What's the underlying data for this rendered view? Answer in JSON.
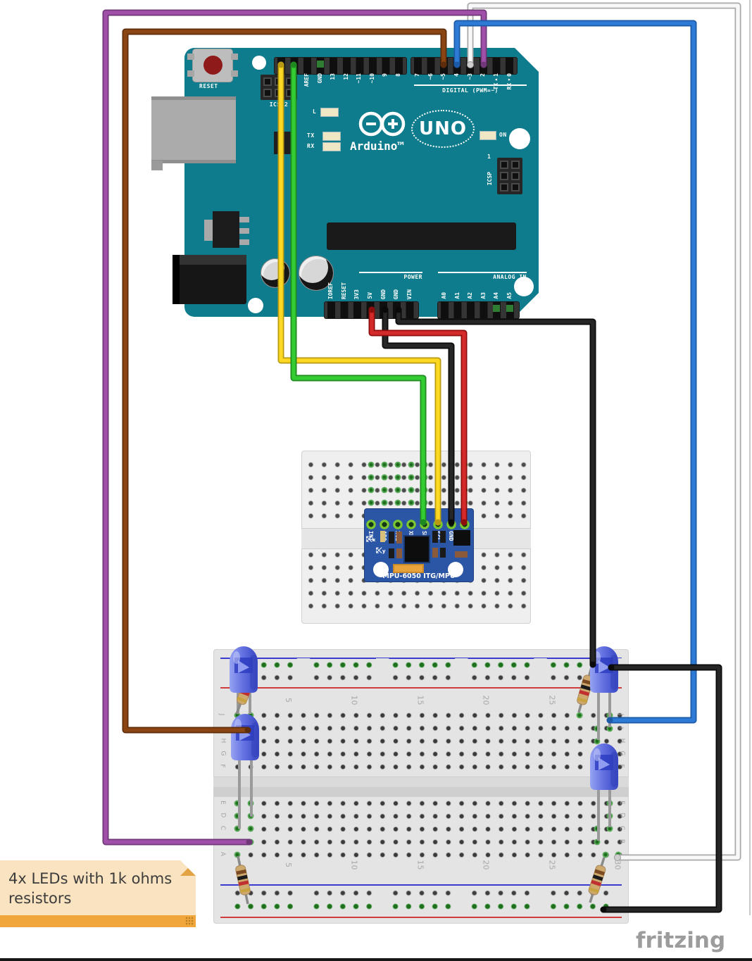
{
  "colors": {
    "arduino_board": "#0E7C8D",
    "breadboard": "#E4E4E4",
    "mini_breadboard": "#EFEFEF",
    "mpu_board": "#2B56A5",
    "led": "#5A68DE",
    "resistor_body": "#CDA96E",
    "rail_negative_line": "#3B3BD0",
    "rail_positive_line": "#D03B3B",
    "hole_highlight_green": "#3F9E3F",
    "note_bg": "#FAE3C0",
    "note_bar": "#F0A63A"
  },
  "arduino": {
    "reset_label": "RESET",
    "icsp2_label": "ICSP2",
    "icsp_label": "ICSP",
    "icsp_pin1_label": "1",
    "digital_label": "DIGITAL (PWM=~)",
    "logo_brand": "Arduino™",
    "logo_model": "UNO",
    "led_l": "L",
    "led_tx": "TX",
    "led_rx": "RX",
    "led_on": "ON",
    "top_pins_left": [
      "",
      "",
      "AREF",
      "GND",
      "13",
      "12",
      "~11",
      "~10",
      "9",
      "8"
    ],
    "top_pins_right": [
      "7",
      "~6",
      "~5",
      "4",
      "~3",
      "2",
      "TX▸1",
      "RX◂0"
    ],
    "power_label": "POWER",
    "power_pins": [
      "IOREF",
      "RESET",
      "3V3",
      "5V",
      "GND",
      "GND",
      "VIN"
    ],
    "analog_label": "ANALOG IN",
    "analog_pins": [
      "A0",
      "A1",
      "A2",
      "A3",
      "A4",
      "A5"
    ]
  },
  "mpu": {
    "pins": [
      "INT",
      "AD0",
      "XCL",
      "XDA",
      "SDA",
      "SCL",
      "GND",
      "VCC"
    ],
    "title": "MPU-6050 ITG/MPU",
    "axis_x": "x",
    "axis_y": "y"
  },
  "breadboard": {
    "column_numbers": [
      "5",
      "10",
      "15",
      "20",
      "25",
      "30"
    ],
    "row_letters": [
      "J",
      "I",
      "H",
      "G",
      "F",
      "E",
      "D",
      "C",
      "B",
      "A"
    ]
  },
  "note": {
    "line1": "4x LEDs with 1k ohms",
    "line2": "resistors"
  },
  "watermark": "fritzing",
  "components": {
    "microcontroller": "Arduino UNO",
    "sensor": "MPU-6050 ITG/MPU breakout",
    "leds": "4x blue LED",
    "resistors": "4x 1k ohm (brown-black-red-gold)"
  },
  "wires": [
    {
      "id": "scl",
      "color": "#FCD822",
      "edge": "#B89B12",
      "from": "Arduino SCL",
      "to": "MPU-6050 SCL"
    },
    {
      "id": "sda",
      "color": "#33CC33",
      "edge": "#1F8A1F",
      "from": "Arduino SDA",
      "to": "MPU-6050 SDA"
    },
    {
      "id": "v5",
      "color": "#D42A2A",
      "edge": "#8E0E0E",
      "from": "Arduino 5V",
      "to": "MPU-6050 VCC"
    },
    {
      "id": "gnd1",
      "color": "#262626",
      "edge": "#0A0A0A",
      "from": "Arduino GND",
      "to": "MPU-6050 GND"
    },
    {
      "id": "gnd2",
      "color": "#262626",
      "edge": "#0A0A0A",
      "from": "Arduino GND",
      "to": "LED breadboard top negative rail"
    },
    {
      "id": "d5",
      "color": "#8B4513",
      "edge": "#5E2E0C",
      "from": "Arduino D5",
      "to": "LED 1 (top-left), row I col 2"
    },
    {
      "id": "d4",
      "color": "#2E7BD6",
      "edge": "#1C5AA8",
      "from": "Arduino D4",
      "to": "LED 3 (top-right), row I col 29"
    },
    {
      "id": "d3",
      "color": "#F8F8F8",
      "edge": "#A9A9A9",
      "from": "Arduino D3",
      "to": "LED 4 (bottom-right), row A col 30"
    },
    {
      "id": "d2",
      "color": "#A050A8",
      "edge": "#703878",
      "from": "Arduino D2",
      "to": "LED 2 (bottom-left), row B col 2"
    },
    {
      "id": "jump",
      "color": "#262626",
      "edge": "#0A0A0A",
      "from": "Top rail (right)",
      "to": "Bottom rail (right)"
    }
  ]
}
